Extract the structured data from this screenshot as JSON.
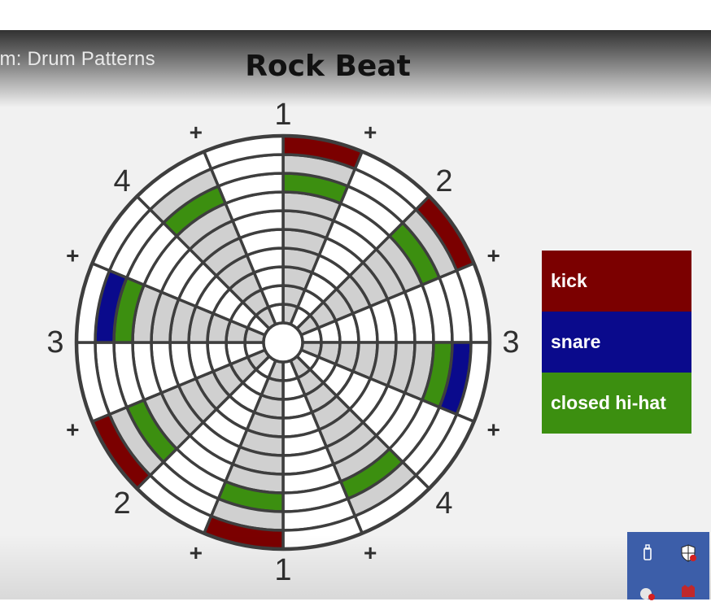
{
  "video": {
    "title": "hm: Drum Patterns",
    "slide_title": "Rock Beat"
  },
  "wheel": {
    "count_labels": [
      "1",
      "+",
      "2",
      "+",
      "3",
      "+",
      "4",
      "+",
      "1",
      "+",
      "2",
      "+",
      "3",
      "+",
      "4",
      "+"
    ],
    "steps": 16,
    "rings": 10,
    "tracks": {
      "kick": [
        1,
        0,
        1,
        0,
        0,
        0,
        0,
        0,
        1,
        0,
        1,
        0,
        0,
        0,
        0,
        0
      ],
      "snare": [
        0,
        0,
        0,
        0,
        1,
        0,
        0,
        0,
        0,
        0,
        0,
        0,
        1,
        0,
        0,
        0
      ],
      "closed_hihat": [
        1,
        0,
        1,
        0,
        1,
        0,
        1,
        0,
        1,
        0,
        1,
        0,
        1,
        0,
        1,
        0
      ]
    }
  },
  "legend": [
    {
      "label": "kick",
      "color": "#7b0000"
    },
    {
      "label": "snare",
      "color": "#0a0a8c"
    },
    {
      "label": "closed hi-hat",
      "color": "#3c8f10"
    }
  ],
  "colors": {
    "empty_light": "#ffffff",
    "empty_gray": "#d0d0d0",
    "grid_line": "#3e3e3e"
  },
  "tray": {
    "icons": [
      "usb-drive-icon",
      "security-shield-icon",
      "network-error-icon",
      "antivirus-icon"
    ]
  }
}
